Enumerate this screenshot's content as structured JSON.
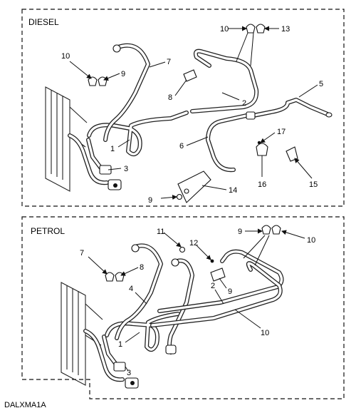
{
  "panels": {
    "diesel": {
      "title": "DIESEL"
    },
    "petrol": {
      "title": "PETROL"
    }
  },
  "diagram_code": "DALXMA1A",
  "diesel_callouts": [
    "1",
    "2",
    "3",
    "5",
    "6",
    "7",
    "8",
    "9",
    "10",
    "9",
    "10",
    "13",
    "14",
    "15",
    "16",
    "17"
  ],
  "petrol_callouts": [
    "1",
    "2",
    "3",
    "4",
    "7",
    "8",
    "9",
    "10",
    "9",
    "10",
    "11",
    "12"
  ]
}
